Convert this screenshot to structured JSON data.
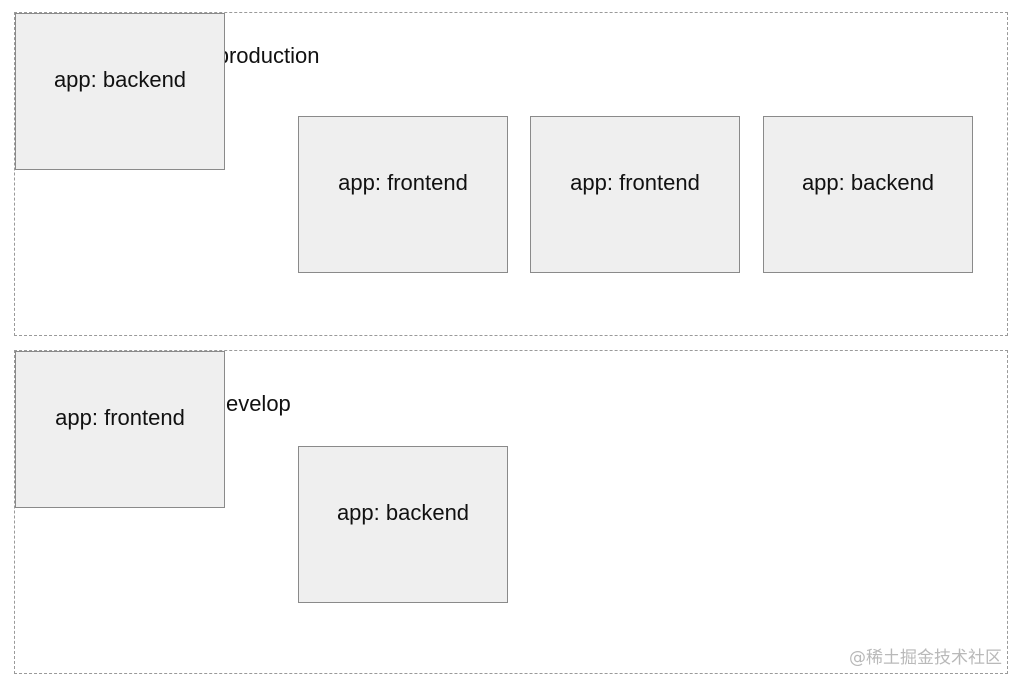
{
  "namespaces": [
    {
      "title": "Namespace : production",
      "pods": [
        {
          "label": "app: frontend"
        },
        {
          "label": "app: frontend"
        },
        {
          "label": "app: backend"
        },
        {
          "label": "app: backend"
        }
      ]
    },
    {
      "title": "Namespace : develop",
      "pods": [
        {
          "label": "app: backend"
        },
        {
          "label": "app: frontend"
        }
      ]
    }
  ],
  "watermark": "@稀土掘金技术社区"
}
